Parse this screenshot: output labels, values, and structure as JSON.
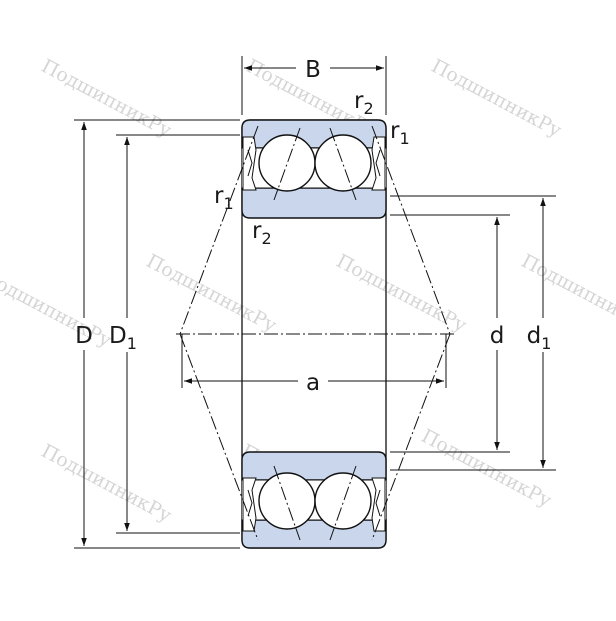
{
  "dimensions": {
    "B": "B",
    "D": "D",
    "D1": {
      "main": "D",
      "sub": "1"
    },
    "d": "d",
    "d1": {
      "main": "d",
      "sub": "1"
    },
    "a": "a",
    "r1": {
      "main": "r",
      "sub": "1"
    },
    "r2": {
      "main": "r",
      "sub": "2"
    }
  },
  "watermark": "ПодшипникРу",
  "colors": {
    "ring_fill": "#c9d6ec",
    "line": "#111111",
    "watermark": "#c8c8c8"
  }
}
